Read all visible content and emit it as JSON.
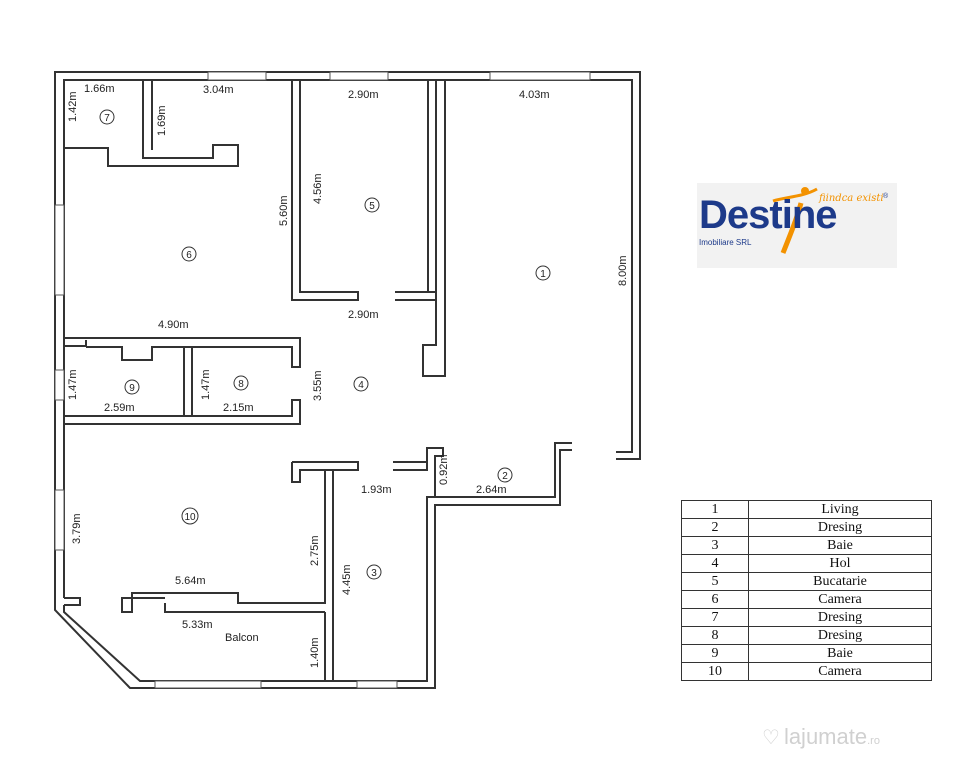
{
  "plan": {
    "dimensions": {
      "d_1_66": "1.66m",
      "d_1_42": "1.42m",
      "d_3_04": "3.04m",
      "d_1_69": "1.69m",
      "d_2_90_top": "2.90m",
      "d_4_03": "4.03m",
      "d_4_56": "4.56m",
      "d_5_60": "5.60m",
      "d_8_00": "8.00m",
      "d_4_90": "4.90m",
      "d_2_90_mid": "2.90m",
      "d_1_47_a": "1.47m",
      "d_2_59": "2.59m",
      "d_1_47_b": "1.47m",
      "d_2_15": "2.15m",
      "d_3_55": "3.55m",
      "d_0_92": "0.92m",
      "d_1_93": "1.93m",
      "d_2_64": "2.64m",
      "d_3_79": "3.79m",
      "d_2_75": "2.75m",
      "d_4_45": "4.45m",
      "d_5_64": "5.64m",
      "d_5_33": "5.33m",
      "d_1_40": "1.40m"
    },
    "balcony_label": "Balcon",
    "room_numbers": [
      "1",
      "2",
      "3",
      "4",
      "5",
      "6",
      "7",
      "8",
      "9",
      "10"
    ]
  },
  "logo": {
    "brand": "Destine",
    "tagline": "fiindca existi",
    "subtitle": "Imobiliare SRL",
    "registered": "®",
    "colors": {
      "primary": "#1d3a8a",
      "accent": "#f39200"
    }
  },
  "legend": [
    {
      "number": "1",
      "label": "Living"
    },
    {
      "number": "2",
      "label": "Dresing"
    },
    {
      "number": "3",
      "label": "Baie"
    },
    {
      "number": "4",
      "label": "Hol"
    },
    {
      "number": "5",
      "label": "Bucatarie"
    },
    {
      "number": "6",
      "label": "Camera"
    },
    {
      "number": "7",
      "label": "Dresing"
    },
    {
      "number": "8",
      "label": "Dresing"
    },
    {
      "number": "9",
      "label": "Baie"
    },
    {
      "number": "10",
      "label": "Camera"
    }
  ],
  "watermark": {
    "name": "lajumate",
    "ext": ".ro",
    "icon": "heart-icon"
  }
}
